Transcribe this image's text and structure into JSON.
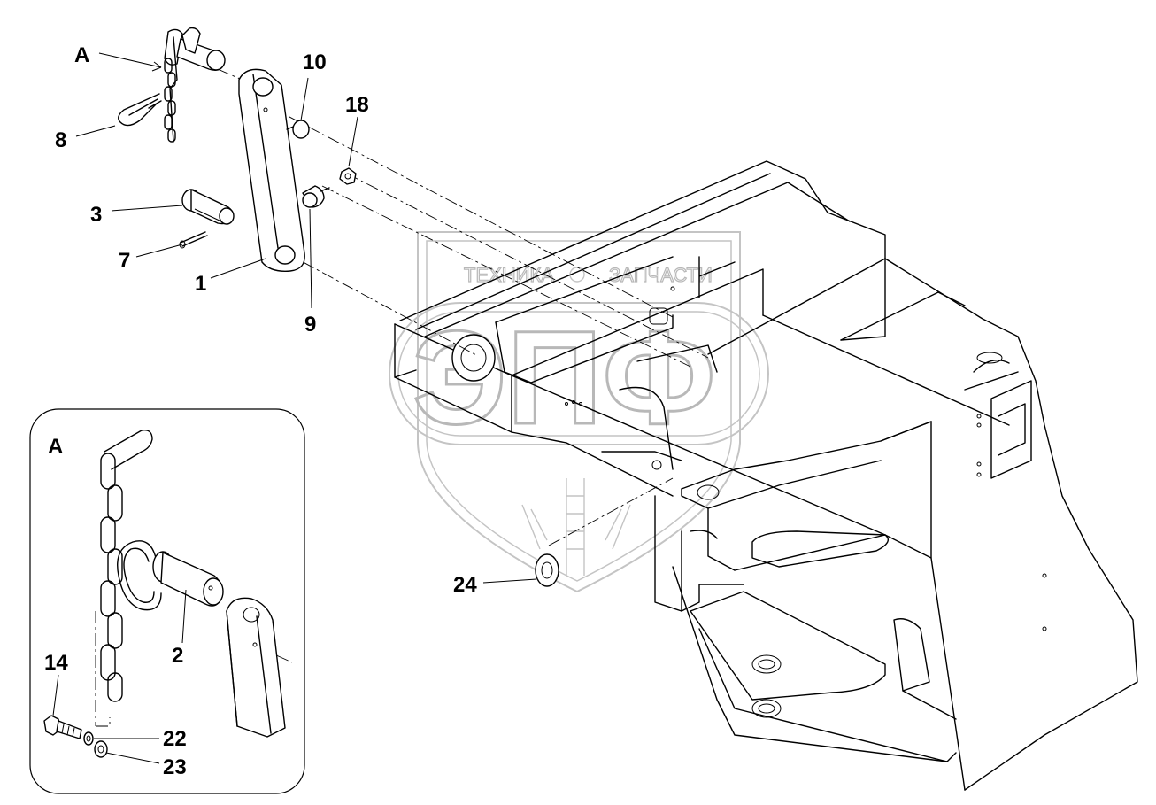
{
  "callouts": {
    "a_main": "A",
    "p10": "10",
    "p18": "18",
    "p8": "8",
    "p3": "3",
    "p7": "7",
    "p1": "1",
    "p9": "9",
    "p24": "24",
    "a_detail": "A",
    "p2": "2",
    "p14": "14",
    "p22": "22",
    "p23": "23"
  },
  "watermark": {
    "left_word": "ТЕХНИКА",
    "right_word": "ЗАПЧАСТИ",
    "logo": "ЭПФ"
  }
}
